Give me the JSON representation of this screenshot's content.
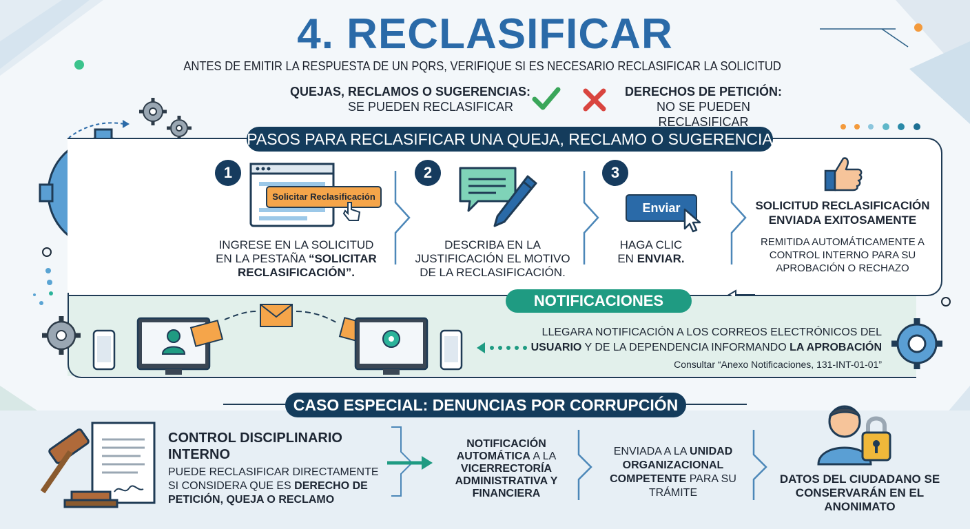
{
  "header": {
    "title": "4. RECLASIFICAR",
    "subtitle": "ANTES DE EMITIR LA RESPUESTA DE UN PQRS, VERIFIQUE SI ES NECESARIO RECLASIFICAR LA SOLICITUD"
  },
  "rules": {
    "left_title": "QUEJAS, RECLAMOS O SUGERENCIAS:",
    "left_text": "SE PUEDEN RECLASIFICAR",
    "right_title": "DERECHOS DE PETICIÓN:",
    "right_text": "NO SE PUEDEN RECLASIFICAR"
  },
  "steps_section": {
    "title": "PASOS PARA RECLASIFICAR UNA QUEJA, RECLAMO O SUGERENCIA",
    "step1": {
      "num": "1",
      "button": "Solicitar Reclasificación",
      "line1": "INGRESE EN LA SOLICITUD",
      "line2": "EN LA PESTAÑA ",
      "line2_bold": "“SOLICITAR",
      "line3_bold": "RECLASIFICACIÓN”."
    },
    "step2": {
      "num": "2",
      "line1": "DESCRIBA EN LA",
      "line2": "JUSTIFICACIÓN EL MOTIVO",
      "line3": "DE LA RECLASIFICACIÓN."
    },
    "step3": {
      "num": "3",
      "button": "Enviar",
      "line1": "HAGA CLIC",
      "line2": "EN ",
      "line2_bold": "ENVIAR."
    },
    "result": {
      "title1": "SOLICITUD RECLASIFICACIÓN",
      "title2": "ENVIADA EXITOSAMENTE",
      "line1": "REMITIDA AUTOMÁTICAMENTE A",
      "line2": "CONTROL INTERNO PARA SU",
      "line3": "APROBACIÓN O RECHAZO"
    }
  },
  "notifications": {
    "title": "NOTIFICACIONES",
    "line1": "LLEGARA NOTIFICACIÓN A LOS CORREOS ELECTRÓNICOS DEL",
    "line2_bold1": "USUARIO",
    "line2_mid": " Y DE LA DEPENDENCIA INFORMANDO ",
    "line2_bold2": "LA APROBACIÓN",
    "ref": "Consultar “Anexo Notificaciones, 131-INT-01-01”"
  },
  "special": {
    "title": "CASO ESPECIAL: DENUNCIAS POR CORRUPCIÓN",
    "control_title1": "CONTROL DISCIPLINARIO",
    "control_title2": "INTERNO",
    "control_line1": "PUEDE RECLASIFICAR DIRECTAMENTE",
    "control_line2a": "SI CONSIDERA QUE ES ",
    "control_line2b": "DERECHO DE",
    "control_line3": "PETICIÓN, QUEJA O RECLAMO",
    "notif1": "NOTIFICACIÓN",
    "notif2a": "AUTOMÁTICA",
    "notif2b": " A LA",
    "notif3": "VICERRECTORÍA",
    "notif4": "ADMINISTRATIVA Y",
    "notif5": "FINANCIERA",
    "sent1a": "ENVIADA A LA ",
    "sent1b": "UNIDAD",
    "sent2": "ORGANIZACIONAL",
    "sent3a": "COMPETENTE",
    "sent3b": " PARA SU",
    "sent4": "TRÁMITE",
    "data1": "DATOS DEL CIUDADANO SE",
    "data2": "CONSERVARÁN EN EL",
    "data3": "ANONIMATO"
  },
  "colors": {
    "title_blue": "#2a6aa8",
    "navy": "#143c5c",
    "teal": "#1f9b82",
    "orange": "#f39a3c",
    "green_check": "#3aa65a",
    "red_x": "#d9453f"
  },
  "icons": [
    "gear-icon",
    "laptop-icon",
    "check-icon",
    "cross-icon",
    "browser-window-icon",
    "cursor-hand-icon",
    "chat-bubble-icon",
    "pen-icon",
    "thumbs-up-icon",
    "envelope-icon",
    "monitor-icon",
    "phone-icon",
    "gavel-icon",
    "document-icon",
    "person-icon",
    "padlock-icon"
  ]
}
